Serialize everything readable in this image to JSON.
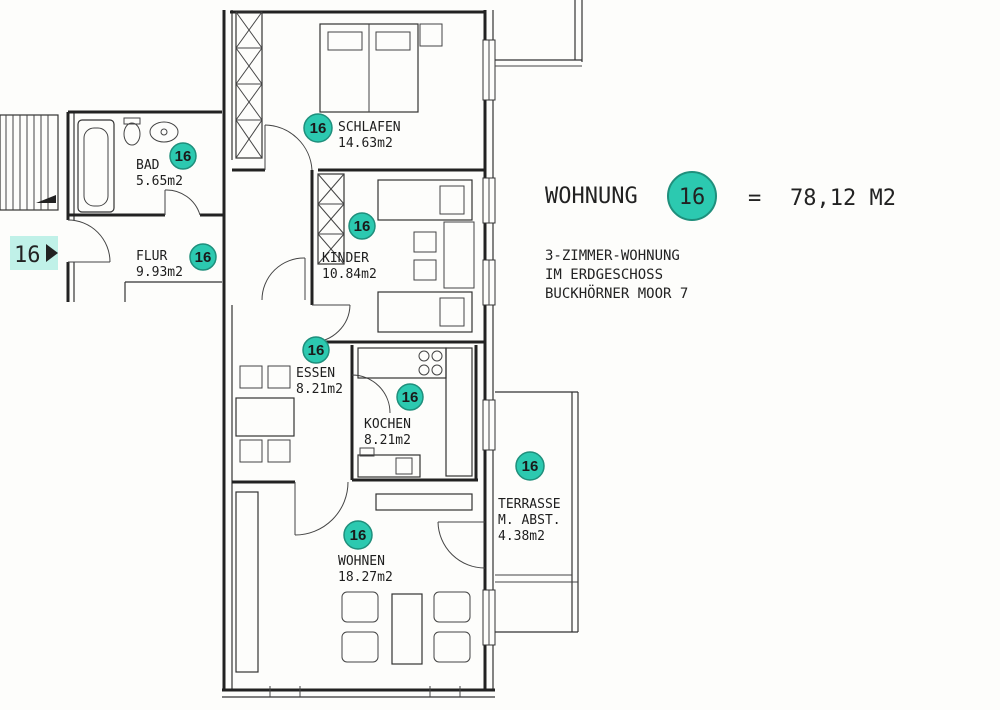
{
  "badge_number": "16",
  "colors": {
    "badge_fill": "#2cc9b0",
    "badge_stroke": "#1f8f7c",
    "line": "#222222"
  },
  "summary": {
    "label": "WOHNUNG",
    "equals": "=",
    "area": "78,12 M2",
    "line1": "3-ZIMMER-WOHNUNG",
    "line2": "IM ERDGESCHOSS",
    "line3": "BUCKHÖRNER MOOR 7"
  },
  "rooms": {
    "schlafen": {
      "name": "SCHLAFEN",
      "area": "14.63m2"
    },
    "bad": {
      "name": "BAD",
      "area": "5.65m2"
    },
    "kinder": {
      "name": "KINDER",
      "area": "10.84m2"
    },
    "flur": {
      "name": "FLUR",
      "area": "9.93m2"
    },
    "essen": {
      "name": "ESSEN",
      "area": "8.21m2"
    },
    "kochen": {
      "name": "KOCHEN",
      "area": "8.21m2"
    },
    "terrasse": {
      "name": "TERRASSE",
      "sub": "M. ABST.",
      "area": "4.38m2"
    },
    "wohnen": {
      "name": "WOHNEN",
      "area": "18.27m2"
    }
  }
}
